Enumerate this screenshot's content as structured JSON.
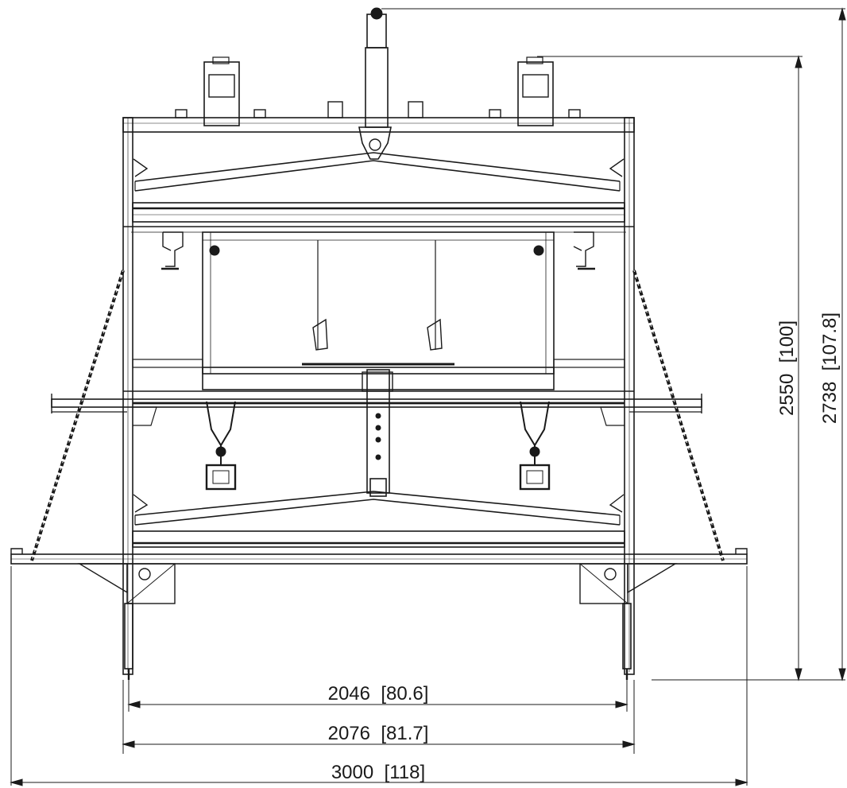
{
  "dimensions": {
    "width_inner": "2046  [80.6]",
    "width_frame": "2076  [81.7]",
    "width_overall": "3000  [118]",
    "height_frame": "2550  [100]",
    "height_overall": "2738  [107.8]"
  }
}
